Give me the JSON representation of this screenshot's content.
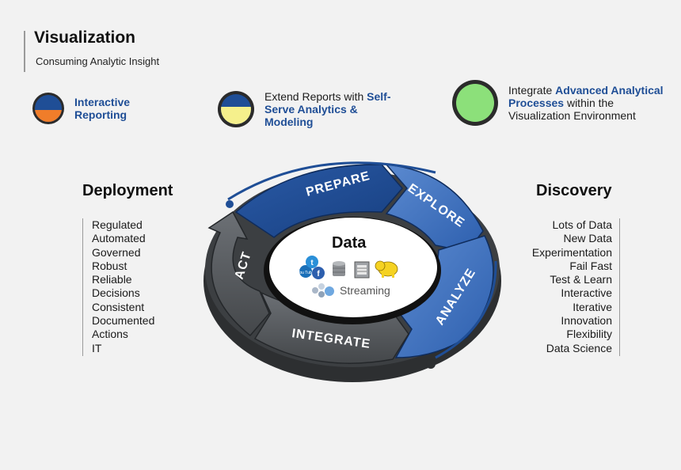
{
  "header": {
    "title": "Visualization",
    "subtitle": "Consuming Analytic Insight"
  },
  "legend": [
    {
      "plain_before": "",
      "bold": "Interactive Reporting",
      "plain_after": "",
      "icon": "half-orange-circle-icon",
      "fill_color": "#f07d2a"
    },
    {
      "plain_before": "Extend Reports with ",
      "bold": "Self-Serve Analytics & Modeling",
      "plain_after": "",
      "icon": "half-yellow-circle-icon",
      "fill_color": "#f5f08c"
    },
    {
      "plain_before": "Integrate ",
      "bold": "Advanced Analytical Processes",
      "plain_after": " within the Visualization Environment",
      "icon": "green-circle-icon",
      "fill_color": "#8ce07a"
    }
  ],
  "deployment": {
    "heading": "Deployment",
    "items": [
      "Regulated",
      "Automated",
      "Governed",
      "Robust",
      "Reliable",
      "Decisions",
      "Consistent",
      "Documented",
      "Actions",
      "IT"
    ]
  },
  "discovery": {
    "heading": "Discovery",
    "items": [
      "Lots of Data",
      "New Data",
      "Experimentation",
      "Fail Fast",
      "Test & Learn",
      "Interactive",
      "Iterative",
      "Innovation",
      "Flexibility",
      "Data Science"
    ]
  },
  "cycle": {
    "center_title": "Data",
    "streaming_label": "Streaming",
    "stages": [
      "PREPARE",
      "EXPLORE",
      "ANALYZE",
      "INTEGRATE",
      "ACT"
    ],
    "colors": {
      "blue": "#1f4e96",
      "blue_light": "#4a7bc8",
      "gray": "#5a5e63",
      "gray_dark": "#3a3d40"
    },
    "source_icon_labels": {
      "youtube": "You Tube",
      "twitter": "t",
      "facebook": "f"
    }
  }
}
